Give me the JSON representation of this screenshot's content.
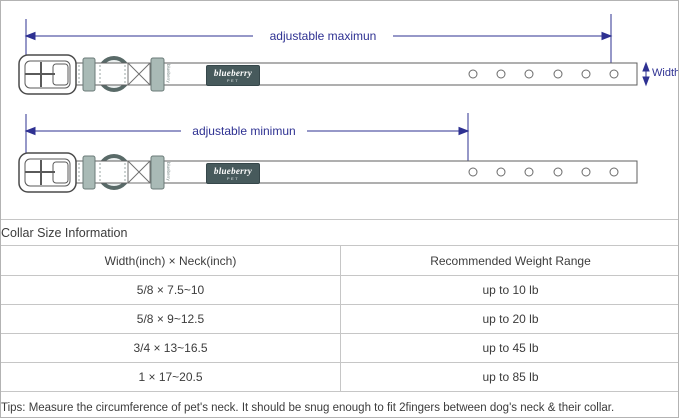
{
  "diagram": {
    "max_label": "adjustable maximun",
    "min_label": "adjustable minimun",
    "width_label": "Width",
    "brand": "blueberry",
    "brand_sub": "PET",
    "tag_text": "blueberry",
    "annotation_color": "#2e3192",
    "label_bg": "#475a5c",
    "keeper_color": "#a9bab6",
    "holes_per_collar": "6"
  },
  "table": {
    "title": "Collar Size Information",
    "columns": [
      "Width(inch)  ×  Neck(inch)",
      "Recommended Weight Range"
    ],
    "rows": [
      {
        "size": "5/8 × 7.5~10",
        "weight": "up to 10 lb"
      },
      {
        "size": "5/8 × 9~12.5",
        "weight": "up to 20 lb"
      },
      {
        "size": "3/4 × 13~16.5",
        "weight": "up to 45 lb"
      },
      {
        "size": "1 × 17~20.5",
        "weight": "up to 85 lb"
      }
    ],
    "tips": "Tips: Measure the circumference of pet's neck. It should be snug enough to fit 2fingers between dog's neck & their collar."
  }
}
